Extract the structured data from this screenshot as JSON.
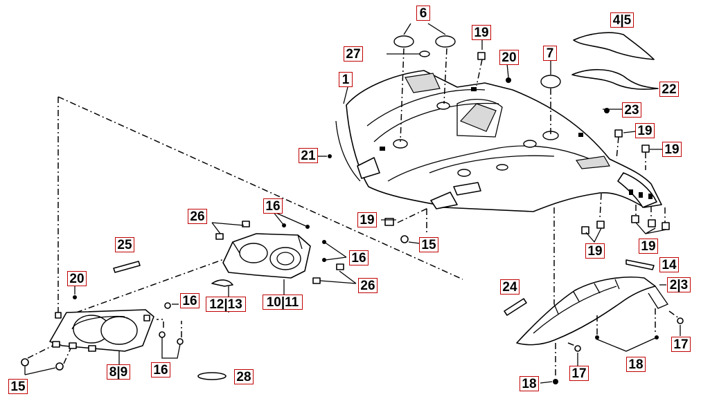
{
  "callouts": [
    {
      "id": "c1",
      "text": "1"
    },
    {
      "id": "c2",
      "text": "2|3"
    },
    {
      "id": "c3",
      "text": "4|5"
    },
    {
      "id": "c4",
      "text": "6"
    },
    {
      "id": "c5",
      "text": "7"
    },
    {
      "id": "c6",
      "text": "8|9"
    },
    {
      "id": "c7",
      "text": "10|11"
    },
    {
      "id": "c8",
      "text": "12|13"
    },
    {
      "id": "c9",
      "text": "14"
    },
    {
      "id": "c10",
      "text": "15"
    },
    {
      "id": "c11",
      "text": "15"
    },
    {
      "id": "c12",
      "text": "16"
    },
    {
      "id": "c13",
      "text": "16"
    },
    {
      "id": "c14",
      "text": "16"
    },
    {
      "id": "c15",
      "text": "16"
    },
    {
      "id": "c16",
      "text": "17"
    },
    {
      "id": "c17",
      "text": "17"
    },
    {
      "id": "c18",
      "text": "18"
    },
    {
      "id": "c19",
      "text": "18"
    },
    {
      "id": "c20",
      "text": "19"
    },
    {
      "id": "c21",
      "text": "19"
    },
    {
      "id": "c22",
      "text": "19"
    },
    {
      "id": "c23",
      "text": "19"
    },
    {
      "id": "c24",
      "text": "19"
    },
    {
      "id": "c25",
      "text": "19"
    },
    {
      "id": "c26",
      "text": "20"
    },
    {
      "id": "c27",
      "text": "20"
    },
    {
      "id": "c28",
      "text": "21"
    },
    {
      "id": "c29",
      "text": "22"
    },
    {
      "id": "c30",
      "text": "23"
    },
    {
      "id": "c31",
      "text": "24"
    },
    {
      "id": "c32",
      "text": "25"
    },
    {
      "id": "c33",
      "text": "26"
    },
    {
      "id": "c34",
      "text": "26"
    },
    {
      "id": "c35",
      "text": "27"
    },
    {
      "id": "c36",
      "text": "28"
    }
  ]
}
